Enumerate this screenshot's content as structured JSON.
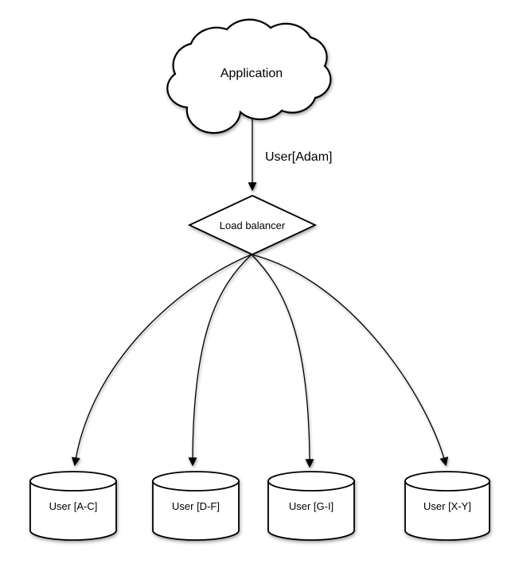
{
  "canvas": {
    "background_color": "#ffffff",
    "line_color": "#000000",
    "shape_fill_color": "#ffffff"
  },
  "nodes": {
    "application": {
      "shape": "cloud",
      "label": "Application"
    },
    "load_balancer": {
      "shape": "diamond",
      "label": "Load balancer"
    },
    "shards": [
      {
        "shape": "cylinder",
        "label": "User [A-C]"
      },
      {
        "shape": "cylinder",
        "label": "User [D-F]"
      },
      {
        "shape": "cylinder",
        "label": "User [G-I]"
      },
      {
        "shape": "cylinder",
        "label": "User [X-Y]"
      }
    ]
  },
  "edges": {
    "app_to_balancer": {
      "label": "User[Adam]"
    }
  }
}
